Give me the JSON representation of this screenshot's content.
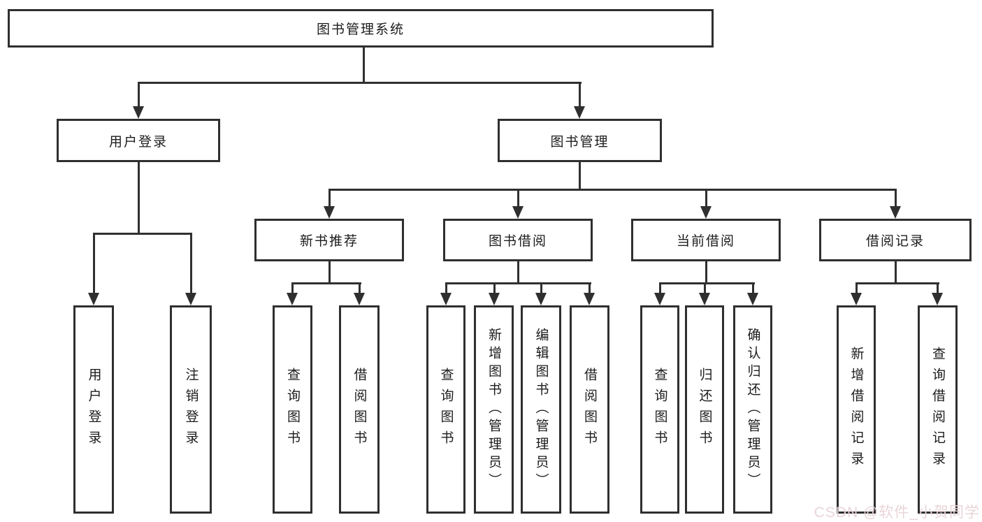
{
  "tree": {
    "root": {
      "label": "图书管理系统"
    },
    "branches": [
      {
        "label": "用户登录",
        "children": [
          {
            "label": "用户登录"
          },
          {
            "label": "注销登录"
          }
        ]
      },
      {
        "label": "图书管理",
        "children": [
          {
            "label": "新书推荐",
            "children": [
              {
                "label": "查询图书"
              },
              {
                "label": "借阅图书"
              }
            ]
          },
          {
            "label": "图书借阅",
            "children": [
              {
                "label": "查询图书"
              },
              {
                "label": "新增图书（管理员）"
              },
              {
                "label": "编辑图书（管理员）"
              },
              {
                "label": "借阅图书"
              }
            ]
          },
          {
            "label": "当前借阅",
            "children": [
              {
                "label": "查询图书"
              },
              {
                "label": "归还图书"
              },
              {
                "label": "确认归还（管理员）"
              }
            ]
          },
          {
            "label": "借阅记录",
            "children": [
              {
                "label": "新增借阅记录"
              },
              {
                "label": "查询借阅记录"
              }
            ]
          }
        ]
      }
    ]
  },
  "watermark": {
    "text": "CSDN @软件_小贺同学"
  },
  "colors": {
    "line": "#303030",
    "border": "#2f2f2f",
    "text": "#1c1c1c",
    "watermark": "#e9d5d9",
    "background": "#ffffff"
  }
}
